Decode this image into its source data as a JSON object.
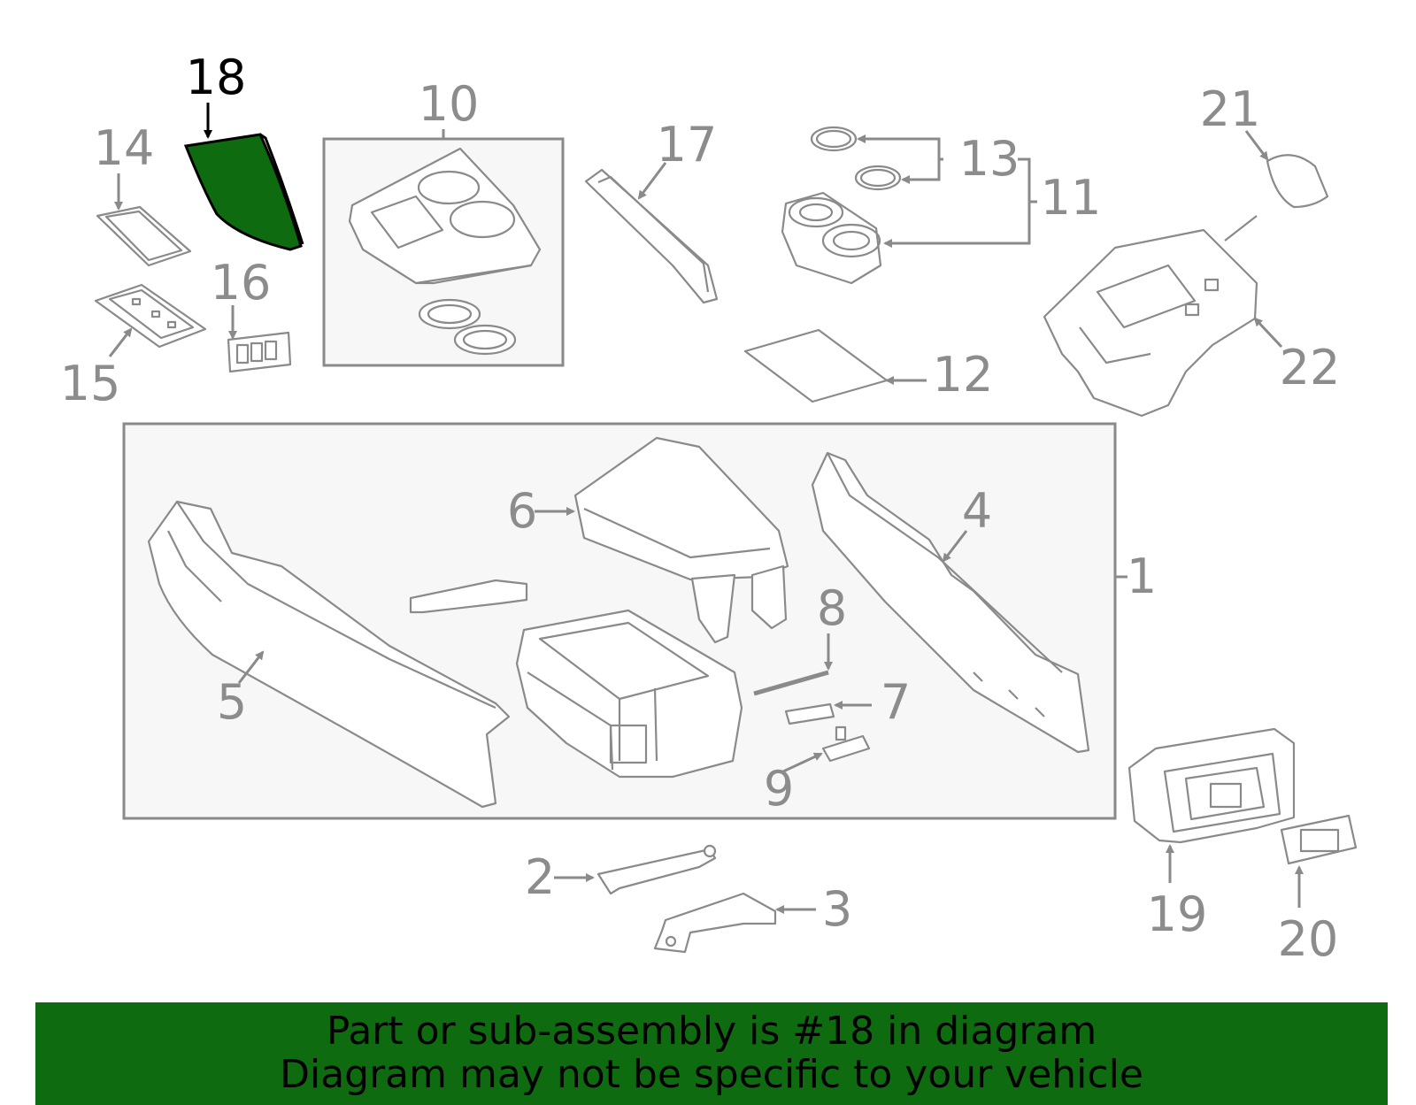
{
  "highlight_color": "#0f6b10",
  "highlighted_part": "18",
  "callouts": {
    "c1": "1",
    "c2": "2",
    "c3": "3",
    "c4": "4",
    "c5": "5",
    "c6": "6",
    "c7": "7",
    "c8": "8",
    "c9": "9",
    "c10": "10",
    "c11": "11",
    "c12": "12",
    "c13": "13",
    "c14": "14",
    "c15": "15",
    "c16": "16",
    "c17": "17",
    "c18": "18",
    "c19": "19",
    "c20": "20",
    "c21": "21",
    "c22": "22"
  },
  "banner": {
    "line1": "Part or sub-assembly is #18 in diagram",
    "line2": "Diagram may not be specific to your vehicle"
  }
}
